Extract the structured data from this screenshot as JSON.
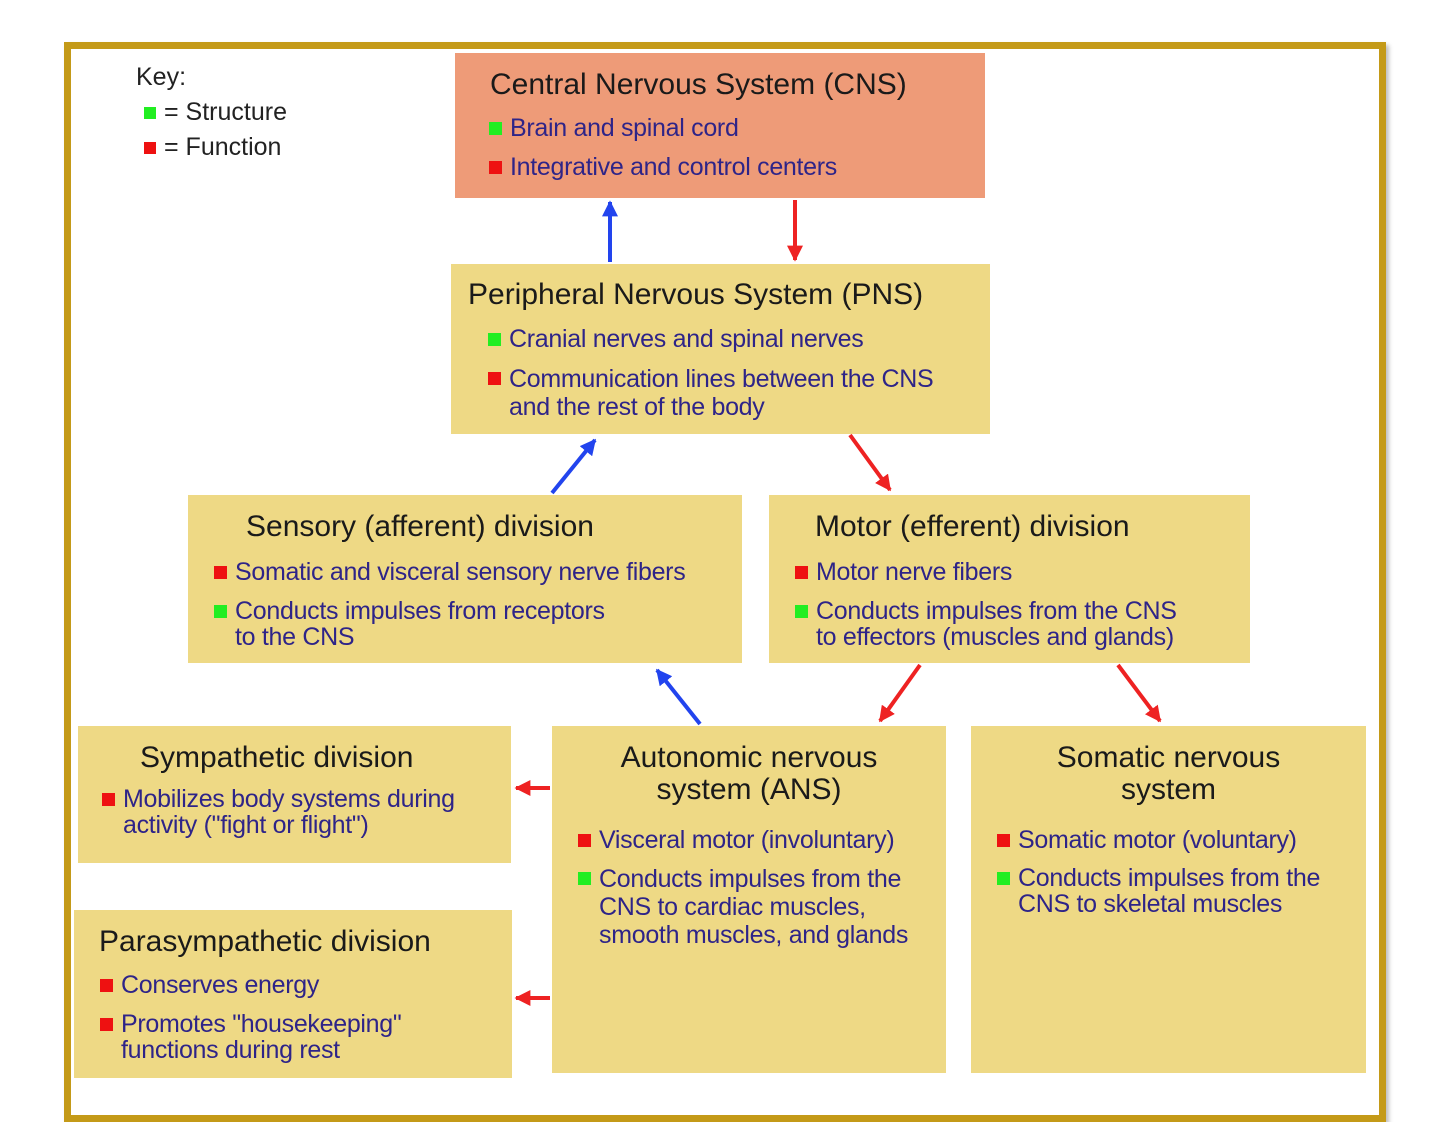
{
  "colors": {
    "frame_border": "#c49a18",
    "box_fill": "#eed985",
    "cns_fill": "#ee9b78",
    "structure_marker": "#22ee22",
    "function_marker": "#ee1111",
    "sensory_arrow": "#2244ee",
    "motor_arrow": "#ee2222",
    "item_text": "#2e2488"
  },
  "key": {
    "title": "Key:",
    "structure_label": "= Structure",
    "function_label": "= Function"
  },
  "cns": {
    "title": "Central Nervous System (CNS)",
    "items": [
      {
        "type": "structure",
        "text": "Brain and spinal cord"
      },
      {
        "type": "function",
        "text": "Integrative and control centers"
      }
    ]
  },
  "pns": {
    "title": "Peripheral Nervous System (PNS)",
    "items": [
      {
        "type": "structure",
        "text": "Cranial nerves and spinal nerves"
      },
      {
        "type": "function",
        "text": "Communication lines between the CNS\nand the rest of the body"
      }
    ]
  },
  "sensory": {
    "title": "Sensory (afferent) division",
    "items": [
      {
        "type": "function",
        "text": "Somatic and visceral sensory nerve fibers"
      },
      {
        "type": "structure",
        "text": "Conducts impulses from receptors\nto the CNS"
      }
    ]
  },
  "motor": {
    "title": "Motor (efferent) division",
    "items": [
      {
        "type": "function",
        "text": "Motor nerve fibers"
      },
      {
        "type": "structure",
        "text": "Conducts impulses from the CNS\nto effectors (muscles and glands)"
      }
    ]
  },
  "sympathetic": {
    "title": "Sympathetic division",
    "items": [
      {
        "type": "function",
        "text": "Mobilizes body systems during\nactivity (\"fight or flight\")"
      }
    ]
  },
  "autonomic": {
    "title": "Autonomic nervous\nsystem (ANS)",
    "items": [
      {
        "type": "function",
        "text": "Visceral motor (involuntary)"
      },
      {
        "type": "structure",
        "text": "Conducts impulses from the\nCNS to cardiac muscles,\nsmooth muscles, and glands"
      }
    ]
  },
  "somatic": {
    "title": "Somatic nervous\nsystem",
    "items": [
      {
        "type": "function",
        "text": "Somatic motor (voluntary)"
      },
      {
        "type": "structure",
        "text": "Conducts impulses from the\nCNS to skeletal muscles"
      }
    ]
  },
  "parasympathetic": {
    "title": "Parasympathetic division",
    "items": [
      {
        "type": "function",
        "text": "Conserves energy"
      },
      {
        "type": "function",
        "text": "Promotes \"housekeeping\"\nfunctions during rest"
      }
    ]
  }
}
